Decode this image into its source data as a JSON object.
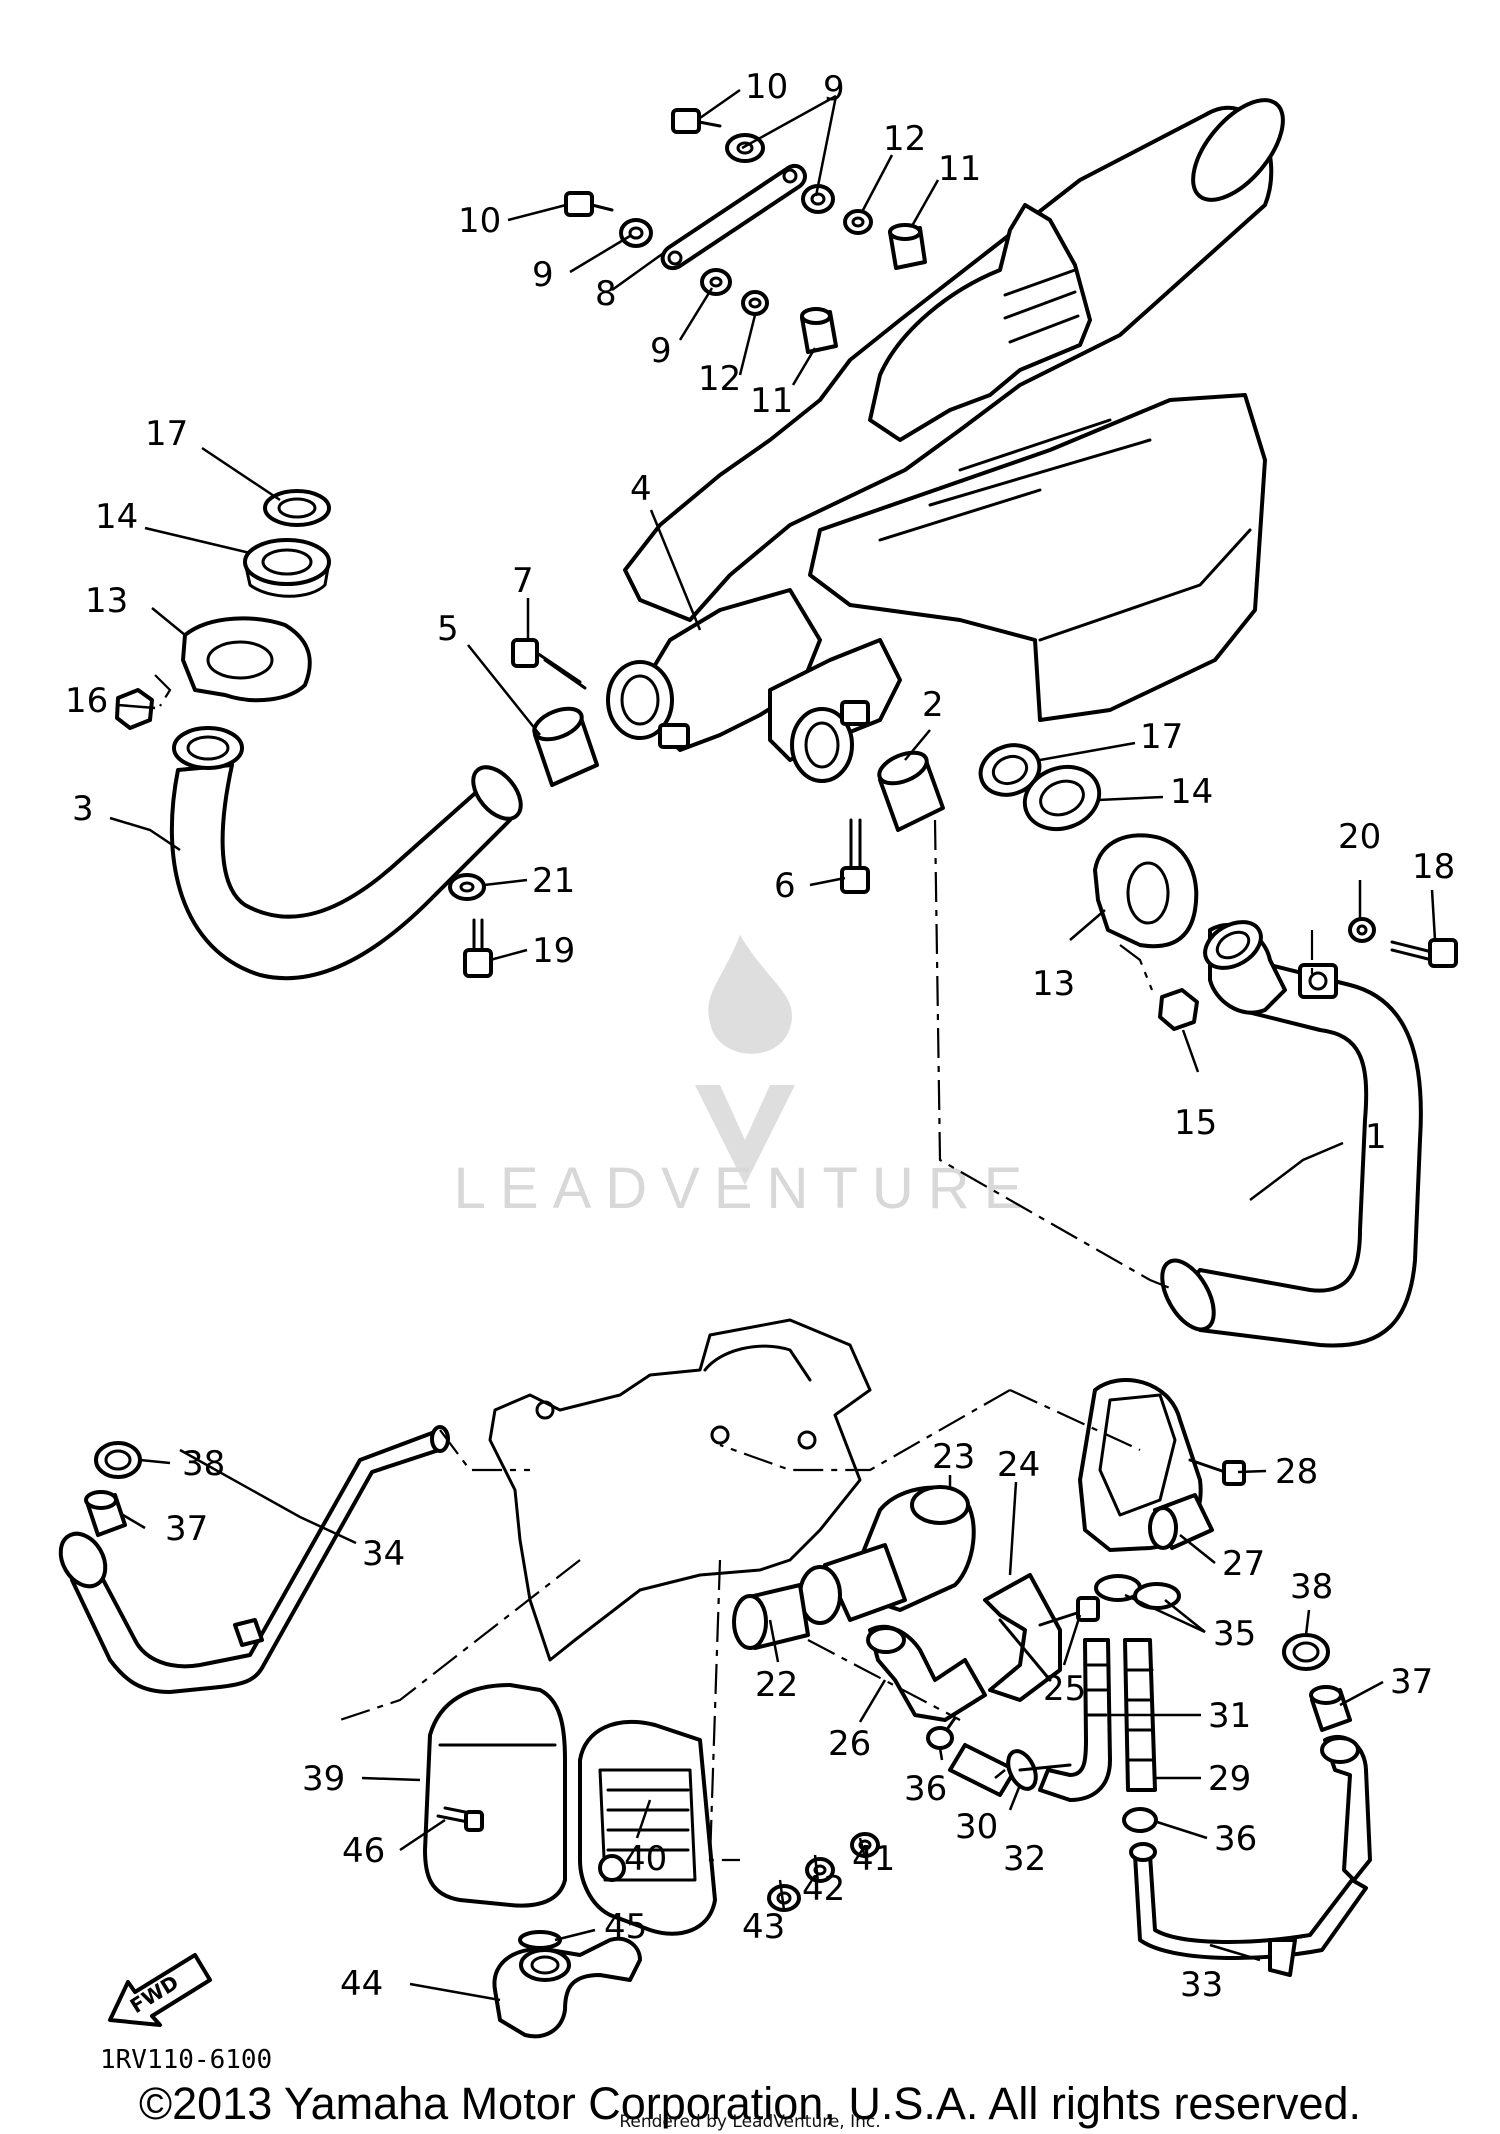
{
  "diagram": {
    "code": "1RV110-6100",
    "fwd_label": "FWD",
    "watermark": "LEADVENTURE",
    "callouts": [
      {
        "id": "c1",
        "text": "1"
      },
      {
        "id": "c2",
        "text": "2"
      },
      {
        "id": "c3",
        "text": "3"
      },
      {
        "id": "c4",
        "text": "4"
      },
      {
        "id": "c5",
        "text": "5"
      },
      {
        "id": "c6",
        "text": "6"
      },
      {
        "id": "c7",
        "text": "7"
      },
      {
        "id": "c8",
        "text": "8"
      },
      {
        "id": "c9a",
        "text": "9"
      },
      {
        "id": "c9b",
        "text": "9"
      },
      {
        "id": "c9c",
        "text": "9"
      },
      {
        "id": "c10a",
        "text": "10"
      },
      {
        "id": "c10b",
        "text": "10"
      },
      {
        "id": "c11a",
        "text": "11"
      },
      {
        "id": "c11b",
        "text": "11"
      },
      {
        "id": "c12a",
        "text": "12"
      },
      {
        "id": "c12b",
        "text": "12"
      },
      {
        "id": "c13a",
        "text": "13"
      },
      {
        "id": "c13b",
        "text": "13"
      },
      {
        "id": "c14a",
        "text": "14"
      },
      {
        "id": "c14b",
        "text": "14"
      },
      {
        "id": "c15",
        "text": "15"
      },
      {
        "id": "c16",
        "text": "16"
      },
      {
        "id": "c17a",
        "text": "17"
      },
      {
        "id": "c17b",
        "text": "17"
      },
      {
        "id": "c18",
        "text": "18"
      },
      {
        "id": "c19",
        "text": "19"
      },
      {
        "id": "c20",
        "text": "20"
      },
      {
        "id": "c21",
        "text": "21"
      },
      {
        "id": "c22",
        "text": "22"
      },
      {
        "id": "c23",
        "text": "23"
      },
      {
        "id": "c24",
        "text": "24"
      },
      {
        "id": "c25",
        "text": "25"
      },
      {
        "id": "c26",
        "text": "26"
      },
      {
        "id": "c27",
        "text": "27"
      },
      {
        "id": "c28",
        "text": "28"
      },
      {
        "id": "c29",
        "text": "29"
      },
      {
        "id": "c30",
        "text": "30"
      },
      {
        "id": "c31",
        "text": "31"
      },
      {
        "id": "c32",
        "text": "32"
      },
      {
        "id": "c33",
        "text": "33"
      },
      {
        "id": "c34",
        "text": "34"
      },
      {
        "id": "c35",
        "text": "35"
      },
      {
        "id": "c36a",
        "text": "36"
      },
      {
        "id": "c36b",
        "text": "36"
      },
      {
        "id": "c37a",
        "text": "37"
      },
      {
        "id": "c37b",
        "text": "37"
      },
      {
        "id": "c38a",
        "text": "38"
      },
      {
        "id": "c38b",
        "text": "38"
      },
      {
        "id": "c39",
        "text": "39"
      },
      {
        "id": "c40",
        "text": "40"
      },
      {
        "id": "c41",
        "text": "41"
      },
      {
        "id": "c42",
        "text": "42"
      },
      {
        "id": "c43",
        "text": "43"
      },
      {
        "id": "c44",
        "text": "44"
      },
      {
        "id": "c45",
        "text": "45"
      },
      {
        "id": "c46",
        "text": "46"
      }
    ]
  },
  "footer": {
    "copyright": "©2013 Yamaha Motor Corporation, U.S.A. All rights reserved.",
    "rendered_by": "Rendered by LeadVenture, Inc."
  }
}
